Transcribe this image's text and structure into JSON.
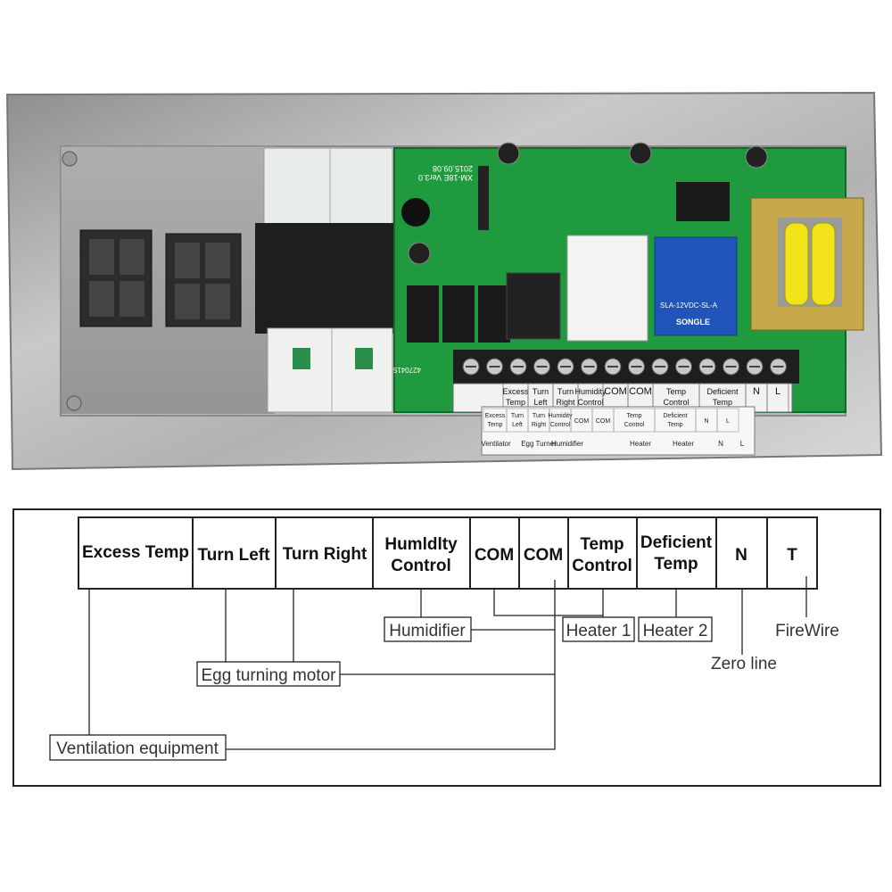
{
  "board": {
    "pcb_version": "XM-18E Ver3.0",
    "pcb_date": "2015.09.08",
    "board_code": "4270415",
    "relay_brand": "SONGLE",
    "relay_model": "SLA-12VDC-SL-A",
    "terminal_labels": [
      [
        "Excess",
        "Temp"
      ],
      [
        "Turn",
        "Left"
      ],
      [
        "Turn",
        "Right"
      ],
      [
        "Humidity",
        "Control"
      ],
      [
        "COM",
        ""
      ],
      [
        "COM",
        ""
      ],
      [
        "Temp",
        "Control"
      ],
      [
        "Deficient",
        "Temp"
      ],
      [
        "N",
        ""
      ],
      [
        "L",
        ""
      ]
    ],
    "sticker": {
      "row1": [
        [
          "Excess",
          "Temp"
        ],
        [
          "Turn",
          "Left"
        ],
        [
          "Turn",
          "Right"
        ],
        [
          "Humidity",
          "Control"
        ],
        [
          "COM",
          ""
        ],
        [
          "COM",
          ""
        ],
        [
          "Temp",
          "Control"
        ],
        [
          "Deficient",
          "Temp"
        ],
        [
          "N",
          ""
        ],
        [
          "L",
          ""
        ]
      ],
      "row2": [
        "Ventilator",
        "Egg Turner",
        "Humidifier",
        "Heater",
        "Heater",
        "N",
        "L"
      ]
    }
  },
  "diagram": {
    "terminals": [
      "Excess Temp",
      "Turn Left",
      "Turn Right",
      "Humldlty Control",
      "COM",
      "COM",
      "Temp Control",
      "Deficient Temp",
      "N",
      "T"
    ],
    "terminal_lines": {
      "humidity": [
        "Humldlty",
        "Control"
      ],
      "temp": [
        "Temp",
        "Control"
      ],
      "deficient": [
        "Deficient",
        "Temp"
      ]
    },
    "devices": {
      "humidifier": "Humidifier",
      "heater1": "Heater 1",
      "heater2": "Heater 2",
      "firewire": "FireWire",
      "zero_line": "Zero line",
      "egg_motor": "Egg turning motor",
      "ventilation": "Ventilation equipment"
    }
  }
}
